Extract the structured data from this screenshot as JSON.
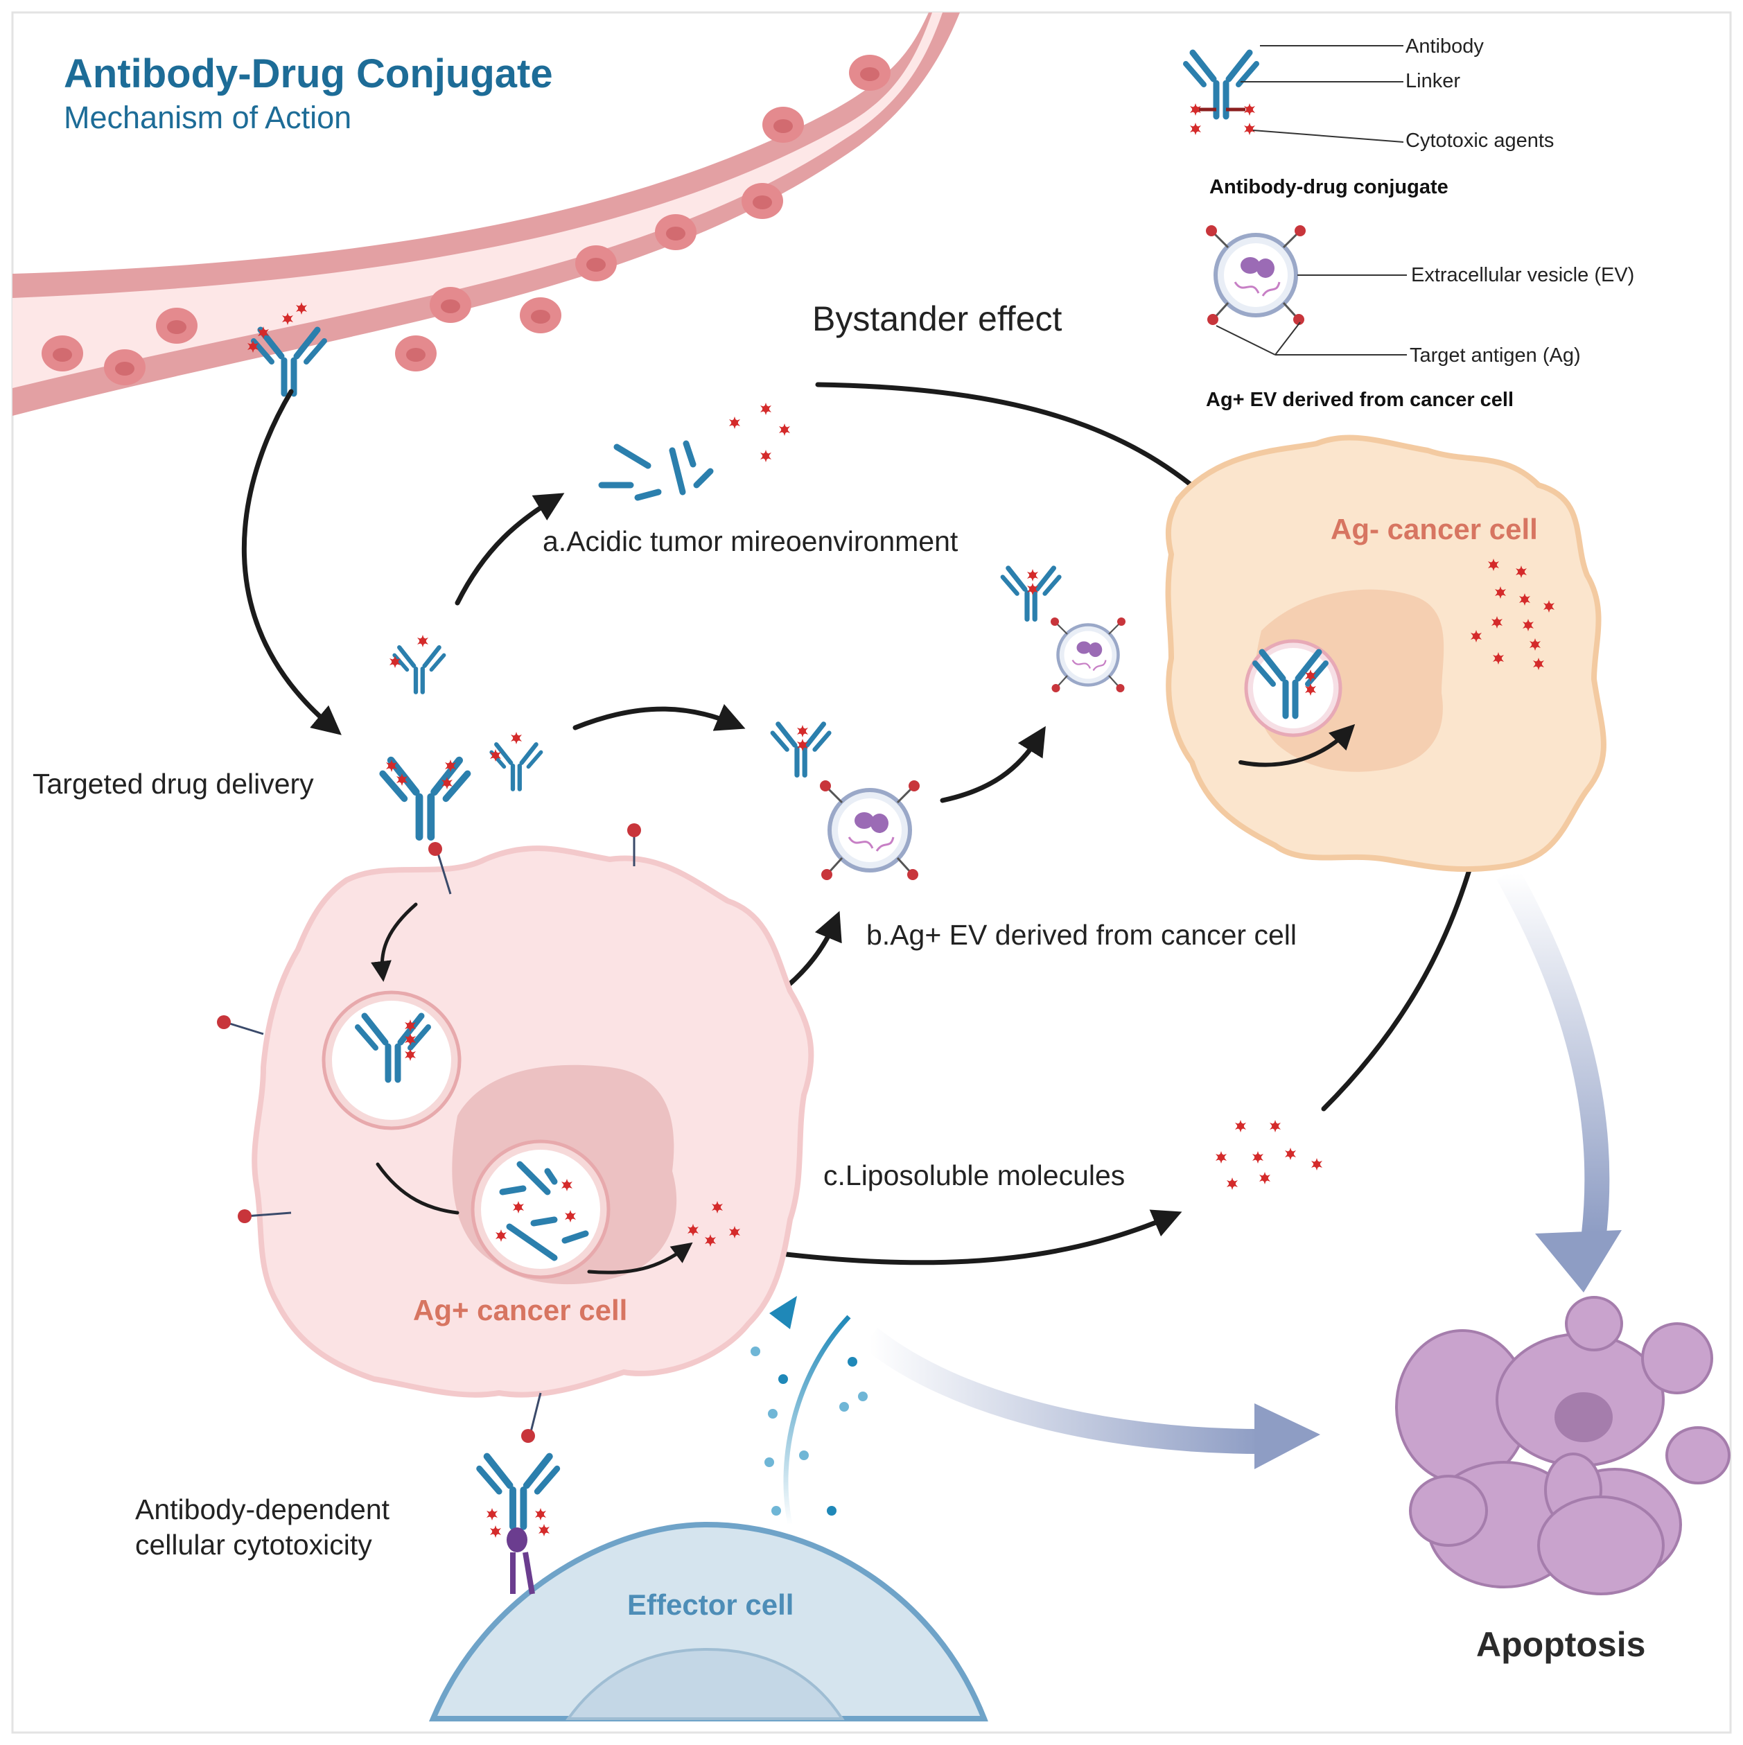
{
  "header": {
    "title": "Antibody-Drug Conjugate",
    "subtitle": "Mechanism of Action"
  },
  "legend": {
    "antibody": "Antibody",
    "linker": "Linker",
    "cytotoxic": "Cytotoxic agents",
    "adc_caption": "Antibody-drug conjugate",
    "ev": "Extracellular vesicle (EV)",
    "antigen": "Target antigen (Ag)",
    "ev_caption": "Ag+ EV derived from cancer cell"
  },
  "labels": {
    "bystander": "Bystander effect",
    "acidic": "a.Acidic tumor mireoenvironment",
    "targeted": "Targeted drug delivery",
    "ev_path": "b.Ag+ EV derived from cancer cell",
    "liposoluble": "c.Liposoluble molecules",
    "ag_neg": "Ag- cancer cell",
    "ag_pos": "Ag+ cancer cell",
    "adcc_line1": "Antibody-dependent",
    "adcc_line2": "cellular cytotoxicity",
    "effector": "Effector cell",
    "apoptosis": "Apoptosis"
  },
  "colors": {
    "title": "#1d6c97",
    "antibody": "#2b7fad",
    "drug": "#d42a2a",
    "vessel": "#e8a2a5",
    "ag_pos_cell": "#fbe3e4",
    "ag_neg_cell": "#fbe5cd",
    "effector": "#d5e4ee",
    "apoptosis": "#c9a3cd",
    "fade_arrow": "#8e9dc4"
  },
  "icons": [
    "antibody-icon",
    "linker-icon",
    "cytotoxic-agent-icon",
    "extracellular-vesicle-icon",
    "antigen-icon",
    "red-blood-cell-icon",
    "arrow-icon"
  ]
}
